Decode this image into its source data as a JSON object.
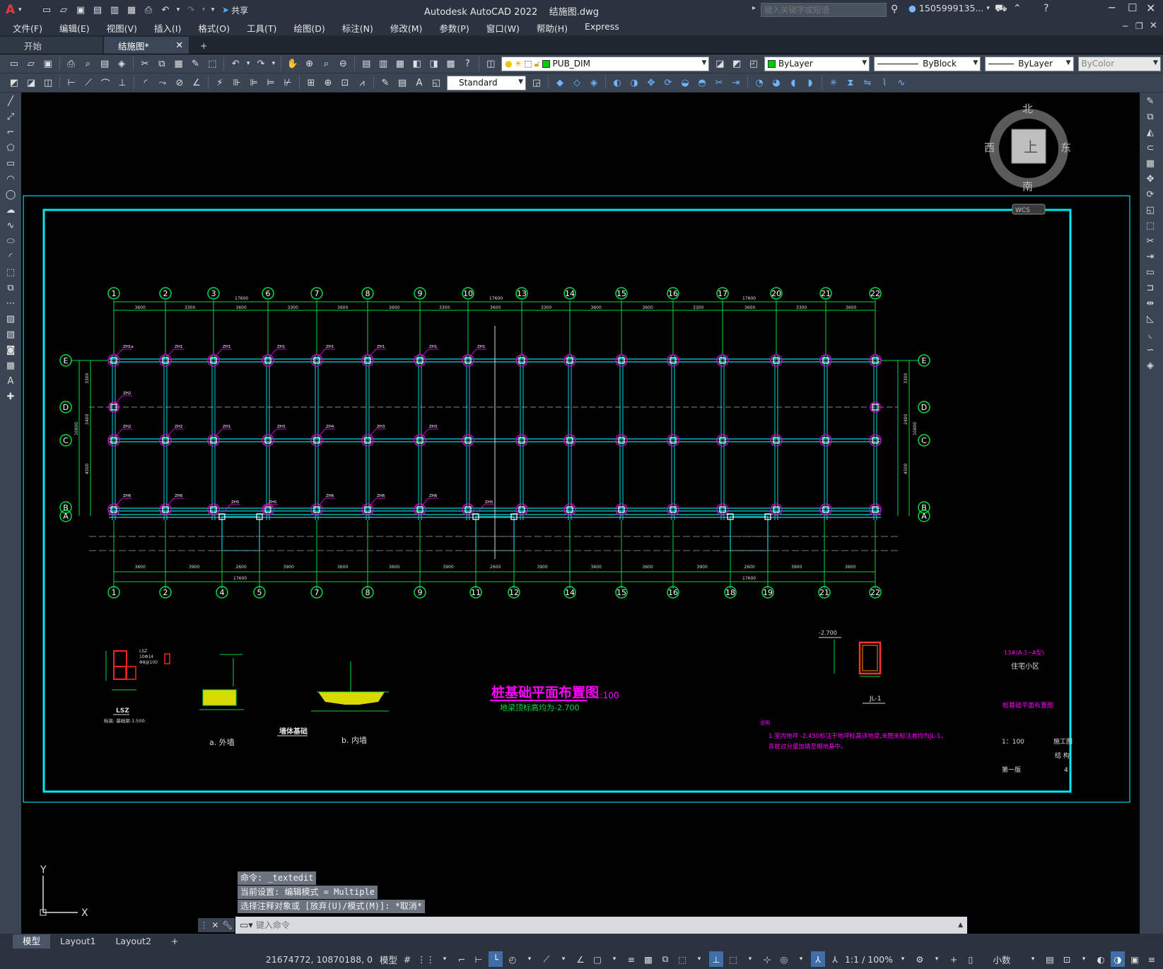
{
  "app": {
    "title": "Autodesk AutoCAD 2022",
    "filename": "结施图.dwg",
    "share": "共享",
    "search_placeholder": "键入关键字或短语",
    "user": "1505999135...",
    "logo": "A"
  },
  "menu": [
    "文件(F)",
    "编辑(E)",
    "视图(V)",
    "插入(I)",
    "格式(O)",
    "工具(T)",
    "绘图(D)",
    "标注(N)",
    "修改(M)",
    "参数(P)",
    "窗口(W)",
    "帮助(H)",
    "Express"
  ],
  "tabs": [
    {
      "label": "开始"
    },
    {
      "label": "结施图*"
    }
  ],
  "toolbar": {
    "layer": "PUB_DIM",
    "color": "ByLayer",
    "color_swatch": "#00cc00",
    "linetype": "ByBlock",
    "lineweight": "ByLayer",
    "plotstyle": "ByColor",
    "textstyle": "Standard"
  },
  "viewcube": {
    "north": "北",
    "south": "南",
    "east": "东",
    "west": "西",
    "face": "上",
    "wcs": "WCS"
  },
  "drawing": {
    "grid_top": [
      "1",
      "2",
      "3",
      "6",
      "7",
      "8",
      "9",
      "10",
      "13",
      "14",
      "15",
      "16",
      "17",
      "20",
      "21",
      "22"
    ],
    "grid_bottom": [
      "1",
      "2",
      "4",
      "5",
      "7",
      "8",
      "9",
      "11",
      "12",
      "14",
      "15",
      "16",
      "18",
      "19",
      "21",
      "22"
    ],
    "grid_rows": [
      "E",
      "D",
      "C",
      "B",
      "A"
    ],
    "dims_top": [
      "3600",
      "3300",
      "3600",
      "3300",
      "3600",
      "3600",
      "3300",
      "3600",
      "3300",
      "3600",
      "3600",
      "3300",
      "3600",
      "3300",
      "3600"
    ],
    "dim_total_top_left": "17600",
    "dim_total_top_mid": "17600",
    "dim_total_top_right": "17600",
    "dims_left": [
      "3300",
      "2400",
      "4500"
    ],
    "dim_left_total": "10800",
    "dims_bottom": [
      "3600",
      "3900",
      "2600",
      "3900",
      "3600",
      "3600",
      "3900",
      "2600",
      "3900",
      "3600",
      "3600",
      "3900",
      "2600",
      "3900",
      "3600"
    ],
    "dim_total_bottom_left": "17600",
    "dim_total_bottom_right": "17600",
    "plan_title": "桩基础平面布置图",
    "plan_scale": "1:100",
    "plan_subtitle": "地梁顶标高均为-2.700",
    "pile_labels": [
      "ZH1a",
      "ZH1",
      "ZH1",
      "ZH1",
      "ZH1",
      "ZH1",
      "ZH1",
      "ZH1",
      "ZH2",
      "ZH2",
      "ZH2",
      "ZH1",
      "ZH3",
      "ZH4",
      "ZH3",
      "ZH3",
      "ZH6",
      "ZH6",
      "ZH5",
      "ZH5",
      "ZH6",
      "ZH6",
      "ZH6",
      "ZH5"
    ],
    "lsz_label": "LSZ",
    "lsz_note": "标高: 基础梁-1.500",
    "lsz_spec1": "10Φ14",
    "lsz_spec2": "Φ8@100",
    "wall_a_label": "a. 外墙",
    "wall_b_label": "b. 内墙",
    "wall_caption": "墙体基础",
    "jl_label": "JL-1",
    "jl_level": "-2.700",
    "notes_title": "说明",
    "note1": "1.室内地坪 -2.450标注于地坪标高详地梁,未图未标注者均为JL-1。",
    "note2": "    弃桩过分量加填至相地基中。",
    "tb_project_red": "13#(A-1~A型)",
    "tb_project": "住宅小区",
    "tb_title": "桩基础平面布置图",
    "tb_scale": "1：100",
    "tb_stage": "施工图",
    "tb_discipline": "结  构",
    "tb_edition": "第一版",
    "tb_sheet": "4"
  },
  "command": {
    "history": [
      "命令: _textedit",
      "当前设置: 编辑模式 = Multiple",
      "选择注释对象或 [放弃(U)/模式(M)]: *取消*"
    ],
    "placeholder": "键入命令"
  },
  "ucs": {
    "x": "X",
    "y": "Y"
  },
  "layouts": [
    {
      "label": "模型"
    },
    {
      "label": "Layout1"
    },
    {
      "label": "Layout2"
    }
  ],
  "status": {
    "coords": "21674772, 10870188, 0",
    "space": "模型",
    "scale": "1:1 / 100%",
    "units": "小数"
  }
}
